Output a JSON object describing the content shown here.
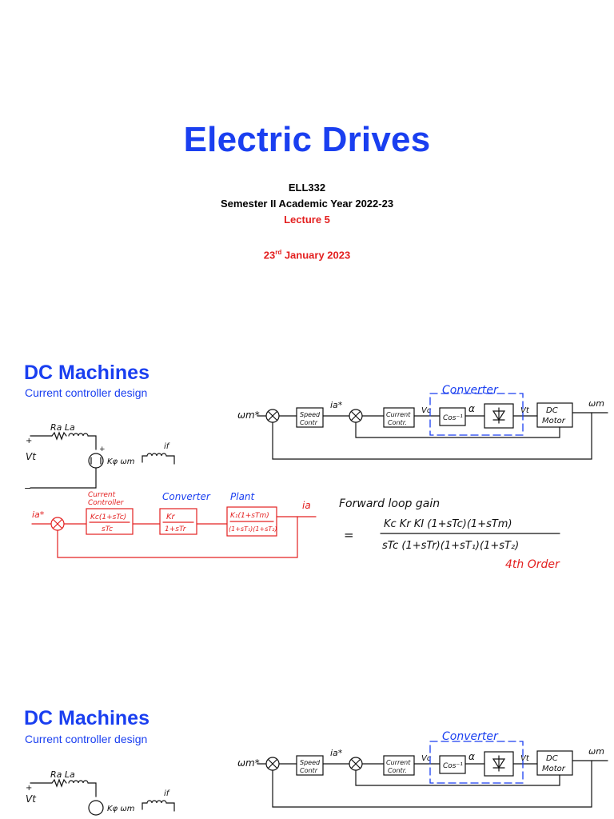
{
  "slide1": {
    "title": "Electric Drives",
    "course_code": "ELL332",
    "semester": "Semester II Academic Year 2022-23",
    "lecture": "Lecture 5",
    "date_day": "23",
    "date_suffix": "rd",
    "date_rest": " January 2023"
  },
  "slide2": {
    "title": "DC Machines",
    "subtitle": "Current controller design",
    "top_diagram": {
      "input": "ωm*",
      "speed_ctrl": [
        "Speed",
        "Contr"
      ],
      "current_ref": "ia*",
      "current_ctrl": [
        "Current",
        "Contr."
      ],
      "vc": "Vc",
      "cos_block": "Cos⁻¹",
      "alpha": "α",
      "converter_label": "Converter",
      "vt": "Vt",
      "motor": [
        "DC",
        "Motor"
      ],
      "output": "ωm"
    },
    "circuit": {
      "ra_la": "Ra  La",
      "vt": "Vt",
      "emf": "Kφ ωm",
      "field": "if",
      "plus": "+",
      "minus": "−"
    },
    "red_diagram": {
      "input": "ia*",
      "controller_label": [
        "Current",
        "Controller"
      ],
      "controller_num": "Kc(1+sTc)",
      "controller_den": "sTc",
      "converter_label": "Converter",
      "converter_num": "Kr",
      "converter_den": "1+sTr",
      "plant_label": "Plant",
      "plant_num": "K₁(1+sTm)",
      "plant_den": "(1+sT₁)(1+sT₂)",
      "output": "ia"
    },
    "gain": {
      "heading": "Forward loop gain",
      "equals": "=",
      "numerator": "Kc Kr KI  (1+sTc)(1+sTm)",
      "denominator": "sTc (1+sTr)(1+sT₁)(1+sT₂)",
      "order": "4th Order"
    }
  },
  "slide3": {
    "title": "DC Machines",
    "subtitle": "Current controller design"
  }
}
